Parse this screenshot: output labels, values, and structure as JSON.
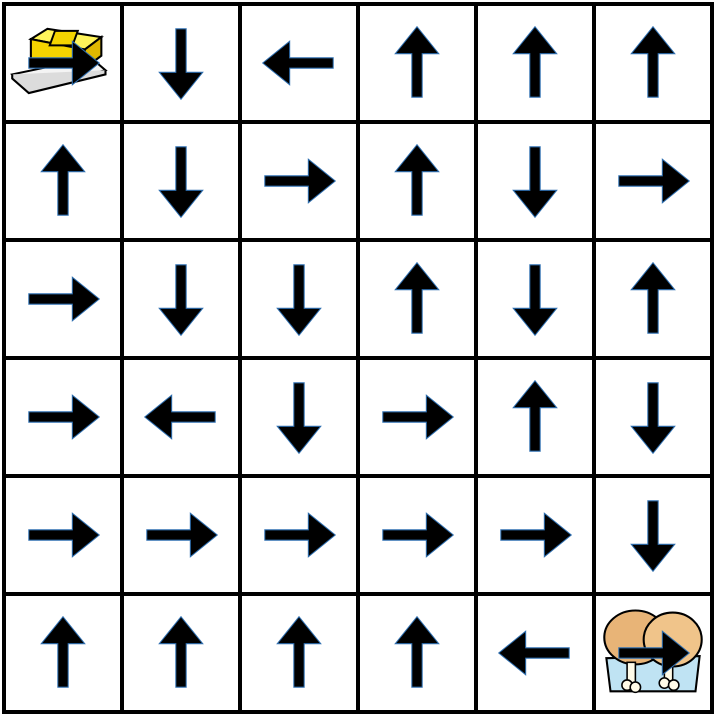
{
  "board": {
    "rows": 6,
    "cols": 6,
    "arrow_color": "#000000",
    "arrow_outline": "#2f6fb0",
    "start_item": "butter-icon",
    "goal_item": "chicken-legs-icon",
    "cells": [
      [
        "right",
        "down",
        "left",
        "up",
        "up",
        "up"
      ],
      [
        "up",
        "down",
        "right",
        "up",
        "down",
        "right"
      ],
      [
        "right",
        "down",
        "down",
        "up",
        "down",
        "up"
      ],
      [
        "right",
        "left",
        "down",
        "right",
        "up",
        "down"
      ],
      [
        "right",
        "right",
        "right",
        "right",
        "right",
        "down"
      ],
      [
        "up",
        "up",
        "up",
        "up",
        "left",
        "right"
      ]
    ],
    "start": {
      "row": 0,
      "col": 0
    },
    "goal": {
      "row": 5,
      "col": 5
    }
  }
}
